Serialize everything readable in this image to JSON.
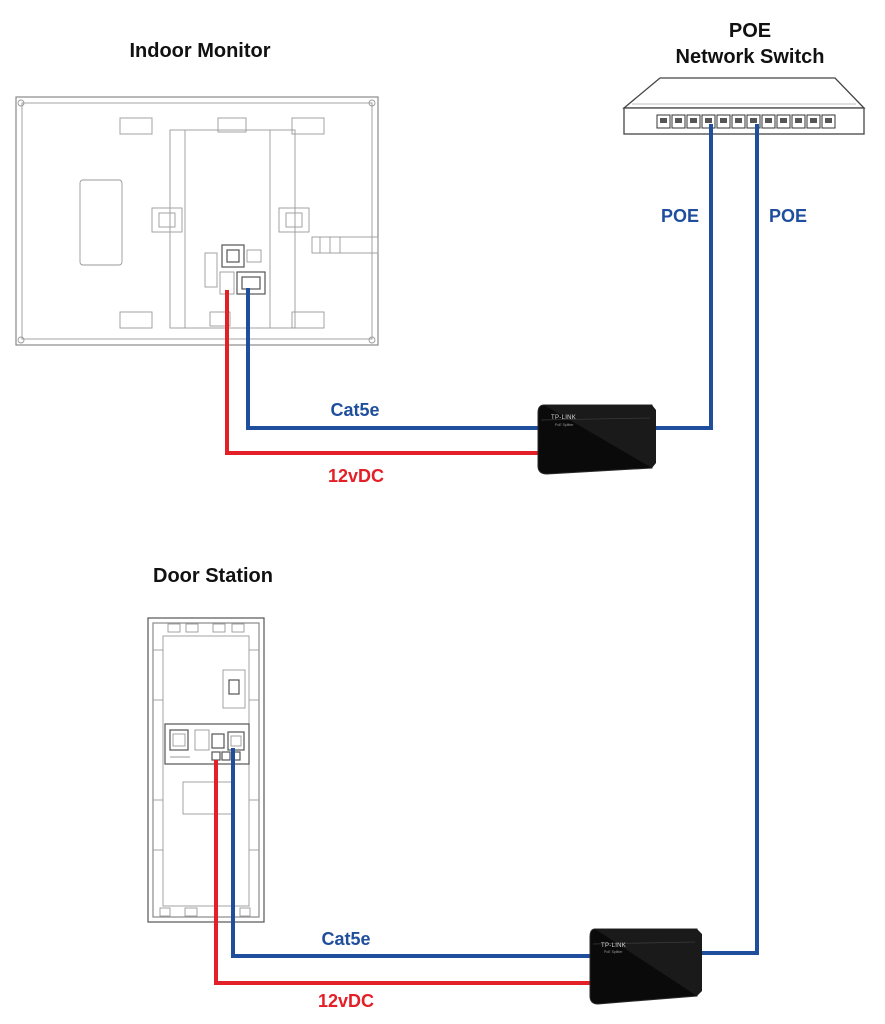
{
  "devices": {
    "indoor_monitor": {
      "label": "Indoor Monitor"
    },
    "poe_switch": {
      "label_line1": "POE",
      "label_line2": "Network Switch"
    },
    "door_station": {
      "label": "Door Station"
    },
    "injector_top": {
      "brand": "TP-LINK",
      "model": "PoE Splitter"
    },
    "injector_bottom": {
      "brand": "TP-LINK",
      "model": "PoE Splitter"
    }
  },
  "wires": {
    "poe_left": {
      "label": "POE",
      "color": "#1f4e9c"
    },
    "poe_right": {
      "label": "POE",
      "color": "#1f4e9c"
    },
    "monitor_data": {
      "label": "Cat5e",
      "color": "#1f4e9c"
    },
    "monitor_power": {
      "label": "12vDC",
      "color": "#e32028"
    },
    "door_data": {
      "label": "Cat5e",
      "color": "#1f4e9c"
    },
    "door_power": {
      "label": "12vDC",
      "color": "#e32028"
    }
  },
  "colors": {
    "data_wire": "#1f4e9c",
    "power_wire": "#e32028",
    "device_line": "#8a8a8a",
    "injector_body": "#0a0a0a"
  }
}
